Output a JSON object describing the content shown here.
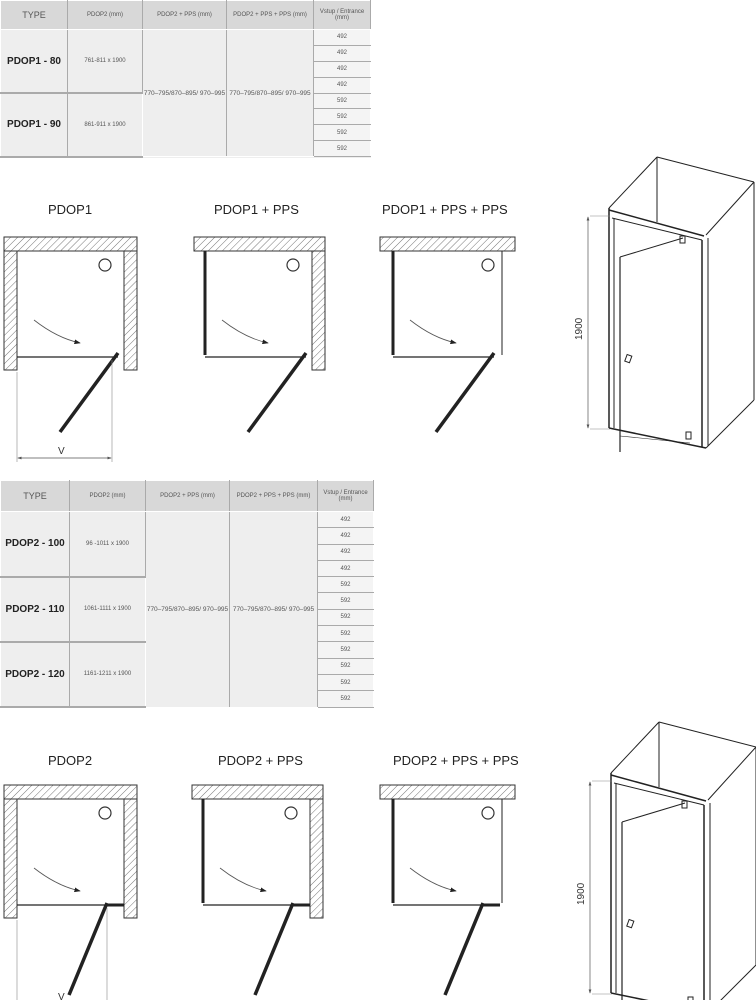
{
  "table1": {
    "headers": [
      "TYPE",
      "PDOP2 (mm)",
      "PDOP2 + PPS (mm)",
      "PDOP2 + PPS + PPS (mm)",
      "Vstup / Entrance (mm)"
    ],
    "rows": [
      {
        "type": "PDOP1 - 80",
        "dim": "761-811 x 1900",
        "entrance": [
          "492",
          "492",
          "492",
          "492"
        ]
      },
      {
        "type": "PDOP1 - 90",
        "dim": "861-911 x 1900",
        "entrance": [
          "592",
          "592",
          "592",
          "592"
        ]
      }
    ],
    "pps": "770–795/870–895/ 970–995",
    "pps2": "770–795/870–895/ 970–995"
  },
  "table2": {
    "headers": [
      "TYPE",
      "PDOP2 (mm)",
      "PDOP2 + PPS (mm)",
      "PDOP2 + PPS + PPS (mm)",
      "Vstup / Entrance (mm)"
    ],
    "rows": [
      {
        "type": "PDOP2 - 100",
        "dim": "96 -1011 x 1900",
        "entrance": [
          "492",
          "492",
          "492",
          "492"
        ]
      },
      {
        "type": "PDOP2 - 110",
        "dim": "1061-1111 x 1900",
        "entrance": [
          "592",
          "592",
          "592",
          "592"
        ]
      },
      {
        "type": "PDOP2 - 120",
        "dim": "1161-1211 x 1900",
        "entrance": [
          "592",
          "592",
          "592",
          "592"
        ]
      }
    ],
    "pps": "770–795/870–895/ 970–995",
    "pps2": "770–795/870–895/ 970–995"
  },
  "diagrams_top": {
    "titles": [
      "PDOP1",
      "PDOP1 + PPS",
      "PDOP1 + PPS + PPS"
    ],
    "dim_label": "V",
    "height_label": "1900"
  },
  "diagrams_bottom": {
    "titles": [
      "PDOP2",
      "PDOP2 + PPS",
      "PDOP2 + PPS + PPS"
    ],
    "dim_label": "V",
    "height_label": "1900"
  }
}
